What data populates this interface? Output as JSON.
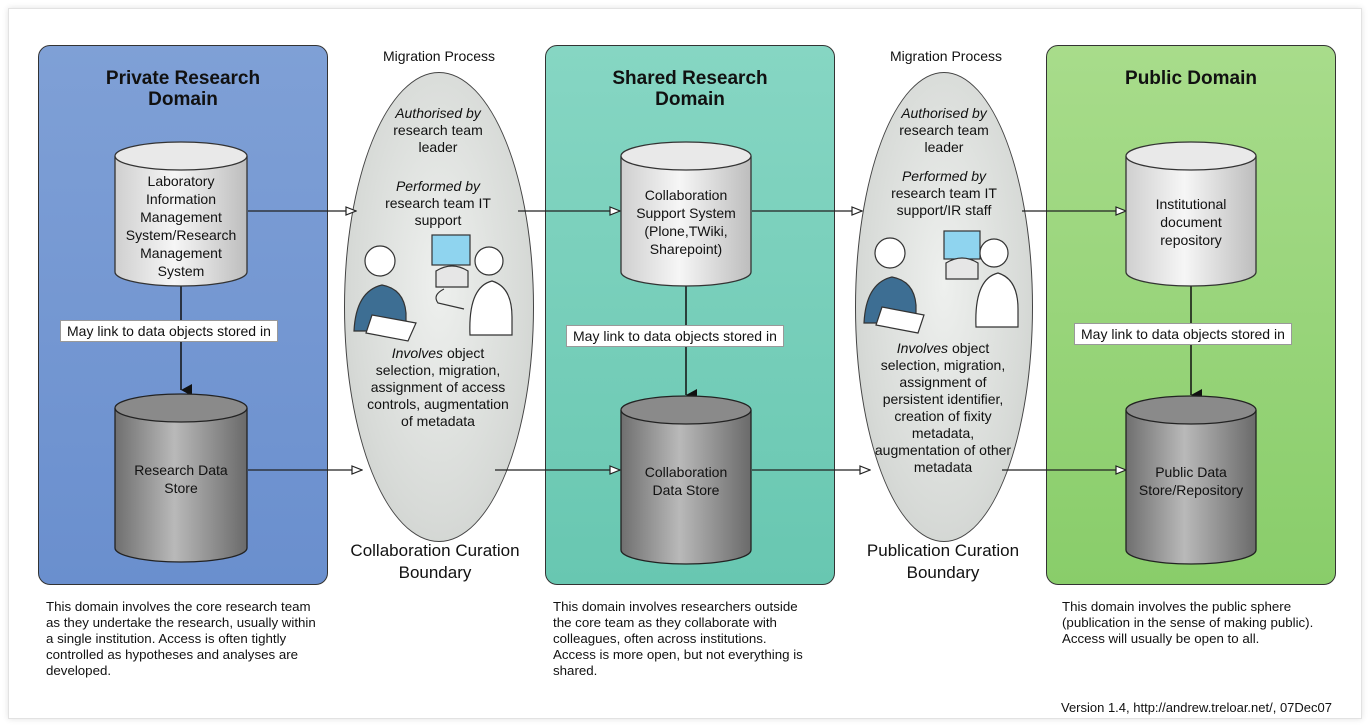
{
  "domains": {
    "private": {
      "title": "Private Research Domain",
      "top_store": "Laboratory Information Management System/Research Management System",
      "link_label": "May link to data objects stored in",
      "bottom_store": "Research Data Store",
      "description": "This domain involves the core research team as they undertake the research, usually within a single institution. Access is often tightly controlled as hypotheses and analyses are developed.",
      "color": "#7096d2"
    },
    "shared": {
      "title": "Shared Research Domain",
      "top_store": "Collaboration Support System (Plone,TWiki, Sharepoint)",
      "link_label": "May link to data objects stored in",
      "bottom_store": "Collaboration Data Store",
      "description": "This domain involves researchers outside the core team as they collaborate with colleagues, often across institutions. Access is more open, but not everything is shared.",
      "color": "#72cbb6"
    },
    "public": {
      "title": "Public Domain",
      "top_store": "Institutional document repository",
      "link_label": "May link to data objects stored in",
      "bottom_store": "Public Data Store/Repository",
      "description": "This domain involves the public sphere (publication in the sense of making public). Access will usually be open to all.",
      "color": "#8fd070"
    }
  },
  "migrations": {
    "collaboration": {
      "heading": "Migration Process",
      "authorised_em": "Authorised by",
      "authorised_rest": "research team leader",
      "performed_em": "Performed by",
      "performed_rest": "research team IT support",
      "involves_em": "Involves",
      "involves_rest": "object selection, migration, assignment of access controls, augmentation of metadata",
      "boundary": "Collaboration Curation Boundary"
    },
    "publication": {
      "heading": "Migration Process",
      "authorised_em": "Authorised by",
      "authorised_rest": "research team leader",
      "performed_em": "Performed by",
      "performed_rest": "research team IT support/IR staff",
      "involves_em": "Involves",
      "involves_rest": "object selection, migration, assignment of persistent identifier, creation of fixity metadata, augmentation of other metadata",
      "boundary": "Publication Curation Boundary"
    }
  },
  "icons": [
    "researcher-icon",
    "computer-monitor-icon",
    "document-icon"
  ],
  "version": "Version 1.4,  http://andrew.treloar.net/, 07Dec07"
}
